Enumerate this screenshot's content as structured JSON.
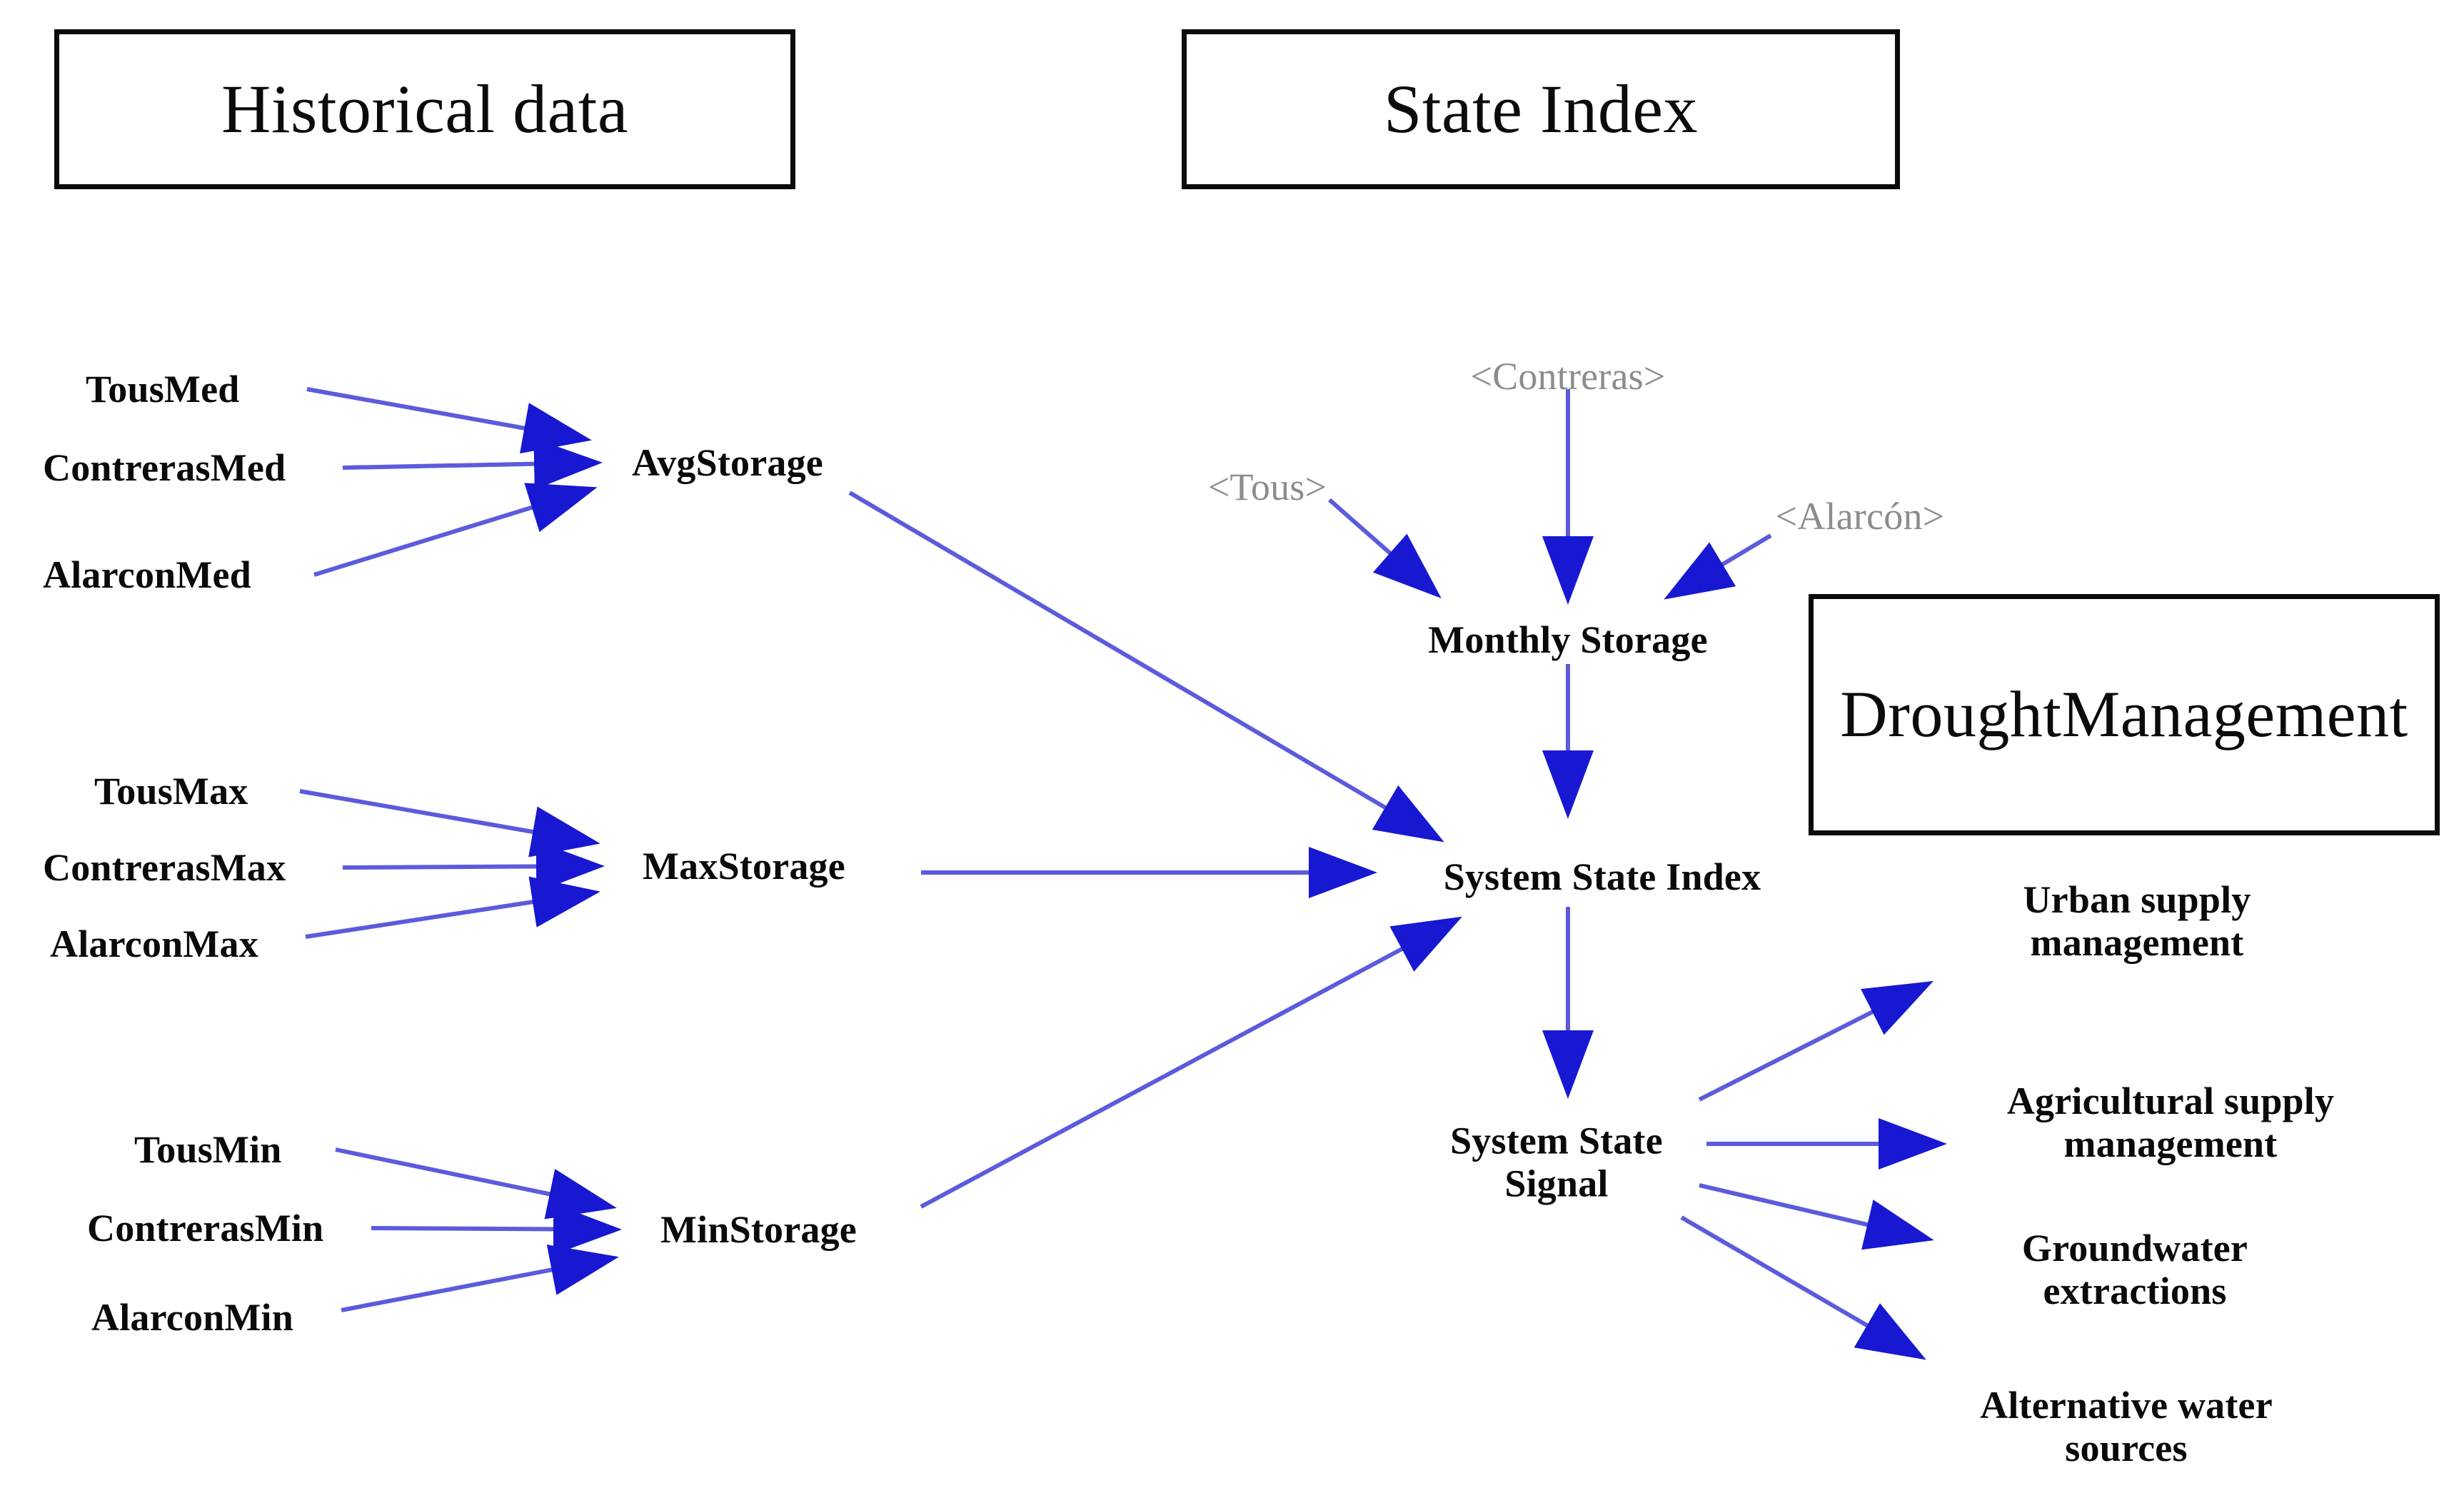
{
  "diagram": {
    "title": "Water system state index and drought management causal diagram",
    "background_color": "#ffffff",
    "link_color": "#5b5bdc",
    "arrowhead_color": "#1818d2",
    "text_color": "#0a0a0a",
    "ghost_text_color": "#8c8c8c"
  },
  "sections": {
    "historical": "Historical data",
    "state_index": "State Index",
    "drought": "Drought\nManagement"
  },
  "nodes": {
    "tous_med": "TousMed",
    "contreras_med": "ContrerasMed",
    "alarcon_med": "AlarconMed",
    "avg_storage": "AvgStorage",
    "tous_max": "TousMax",
    "contreras_max": "ContrerasMax",
    "alarcon_max": "AlarconMax",
    "max_storage": "MaxStorage",
    "tous_min": "TousMin",
    "contreras_min": "ContrerasMin",
    "alarcon_min": "AlarconMin",
    "min_storage": "MinStorage",
    "ghost_contreras": "<Contreras>",
    "ghost_tous": "<Tous>",
    "ghost_alarcon": "<Alarcón>",
    "monthly_storage": "Monthly Storage",
    "system_state_index": "System State Index",
    "system_state_signal": "System State\nSignal",
    "urban_supply": "Urban supply\nmanagement",
    "agricultural_supply": "Agricultural supply\nmanagement",
    "groundwater": "Groundwater\nextractions",
    "alternative_water": "Alternative water\nsources"
  },
  "edges": [
    {
      "from": "tous_med",
      "to": "avg_storage"
    },
    {
      "from": "contreras_med",
      "to": "avg_storage"
    },
    {
      "from": "alarcon_med",
      "to": "avg_storage"
    },
    {
      "from": "tous_max",
      "to": "max_storage"
    },
    {
      "from": "contreras_max",
      "to": "max_storage"
    },
    {
      "from": "alarcon_max",
      "to": "max_storage"
    },
    {
      "from": "tous_min",
      "to": "min_storage"
    },
    {
      "from": "contreras_min",
      "to": "min_storage"
    },
    {
      "from": "alarcon_min",
      "to": "min_storage"
    },
    {
      "from": "avg_storage",
      "to": "system_state_index"
    },
    {
      "from": "max_storage",
      "to": "system_state_index"
    },
    {
      "from": "min_storage",
      "to": "system_state_index"
    },
    {
      "from": "ghost_tous",
      "to": "monthly_storage"
    },
    {
      "from": "ghost_contreras",
      "to": "monthly_storage"
    },
    {
      "from": "ghost_alarcon",
      "to": "monthly_storage"
    },
    {
      "from": "monthly_storage",
      "to": "system_state_index"
    },
    {
      "from": "system_state_index",
      "to": "system_state_signal"
    },
    {
      "from": "system_state_signal",
      "to": "urban_supply"
    },
    {
      "from": "system_state_signal",
      "to": "agricultural_supply"
    },
    {
      "from": "system_state_signal",
      "to": "groundwater"
    },
    {
      "from": "system_state_signal",
      "to": "alternative_water"
    }
  ]
}
